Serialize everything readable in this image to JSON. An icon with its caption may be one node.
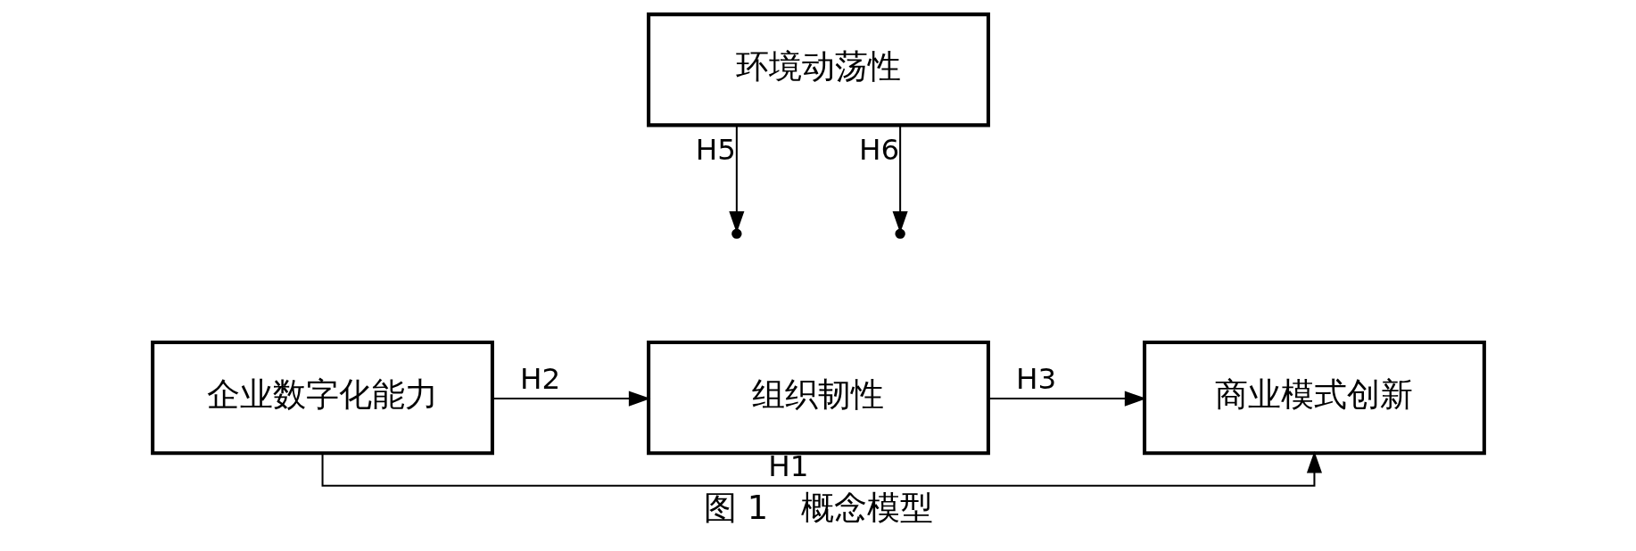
{
  "diagram": {
    "caption": "图 1　概念模型",
    "nodes": [
      {
        "text": [
          "企业数字化能力"
        ]
      },
      {
        "text": [
          "环境动荡性"
        ]
      },
      {
        "text": [
          "组织韧性"
        ]
      },
      {
        "text": [
          "商业模式创新"
        ]
      }
    ],
    "edges": [
      {
        "from": 0,
        "to": 2,
        "arrow": "to",
        "label": "H2"
      },
      {
        "from": 2,
        "to": 3,
        "arrow": "to",
        "label": "H3"
      },
      {
        "from": 0,
        "to": 3,
        "arrow": "to",
        "label": "H1"
      },
      {
        "from": 1,
        "to": null,
        "arrow": "to",
        "label": "H5"
      },
      {
        "from": 1,
        "to": null,
        "arrow": "to",
        "label": "H6"
      }
    ]
  }
}
